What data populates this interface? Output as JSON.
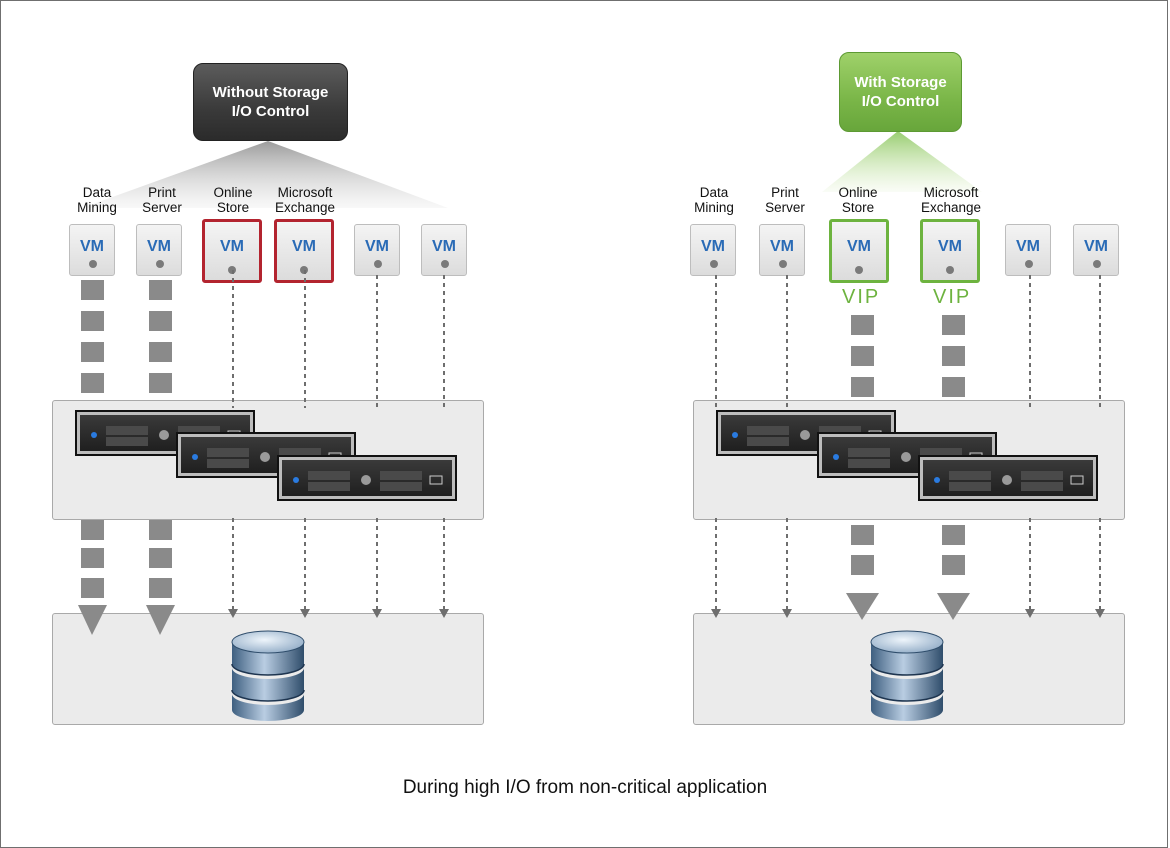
{
  "caption": "During high I/O from non-critical application",
  "colors": {
    "accent_red": "#b3242f",
    "accent_green": "#6db33f",
    "vm_text": "#2a6bb6"
  },
  "left": {
    "title_line1": "Without Storage",
    "title_line2": "I/O Control",
    "vm_text": "VM",
    "labels": [
      {
        "l1": "Data",
        "l2": "Mining"
      },
      {
        "l1": "Print",
        "l2": "Server"
      },
      {
        "l1": "Online",
        "l2": "Store"
      },
      {
        "l1": "Microsoft",
        "l2": "Exchange"
      }
    ]
  },
  "right": {
    "title_line1": "With Storage",
    "title_line2": "I/O Control",
    "vm_text": "VM",
    "vip": "VIP",
    "labels": [
      {
        "l1": "Data",
        "l2": "Mining"
      },
      {
        "l1": "Print",
        "l2": "Server"
      },
      {
        "l1": "Online",
        "l2": "Store"
      },
      {
        "l1": "Microsoft",
        "l2": "Exchange"
      }
    ]
  },
  "icons": [
    "vm-icon",
    "server-icon",
    "database-icon",
    "arrow-down-icon"
  ]
}
